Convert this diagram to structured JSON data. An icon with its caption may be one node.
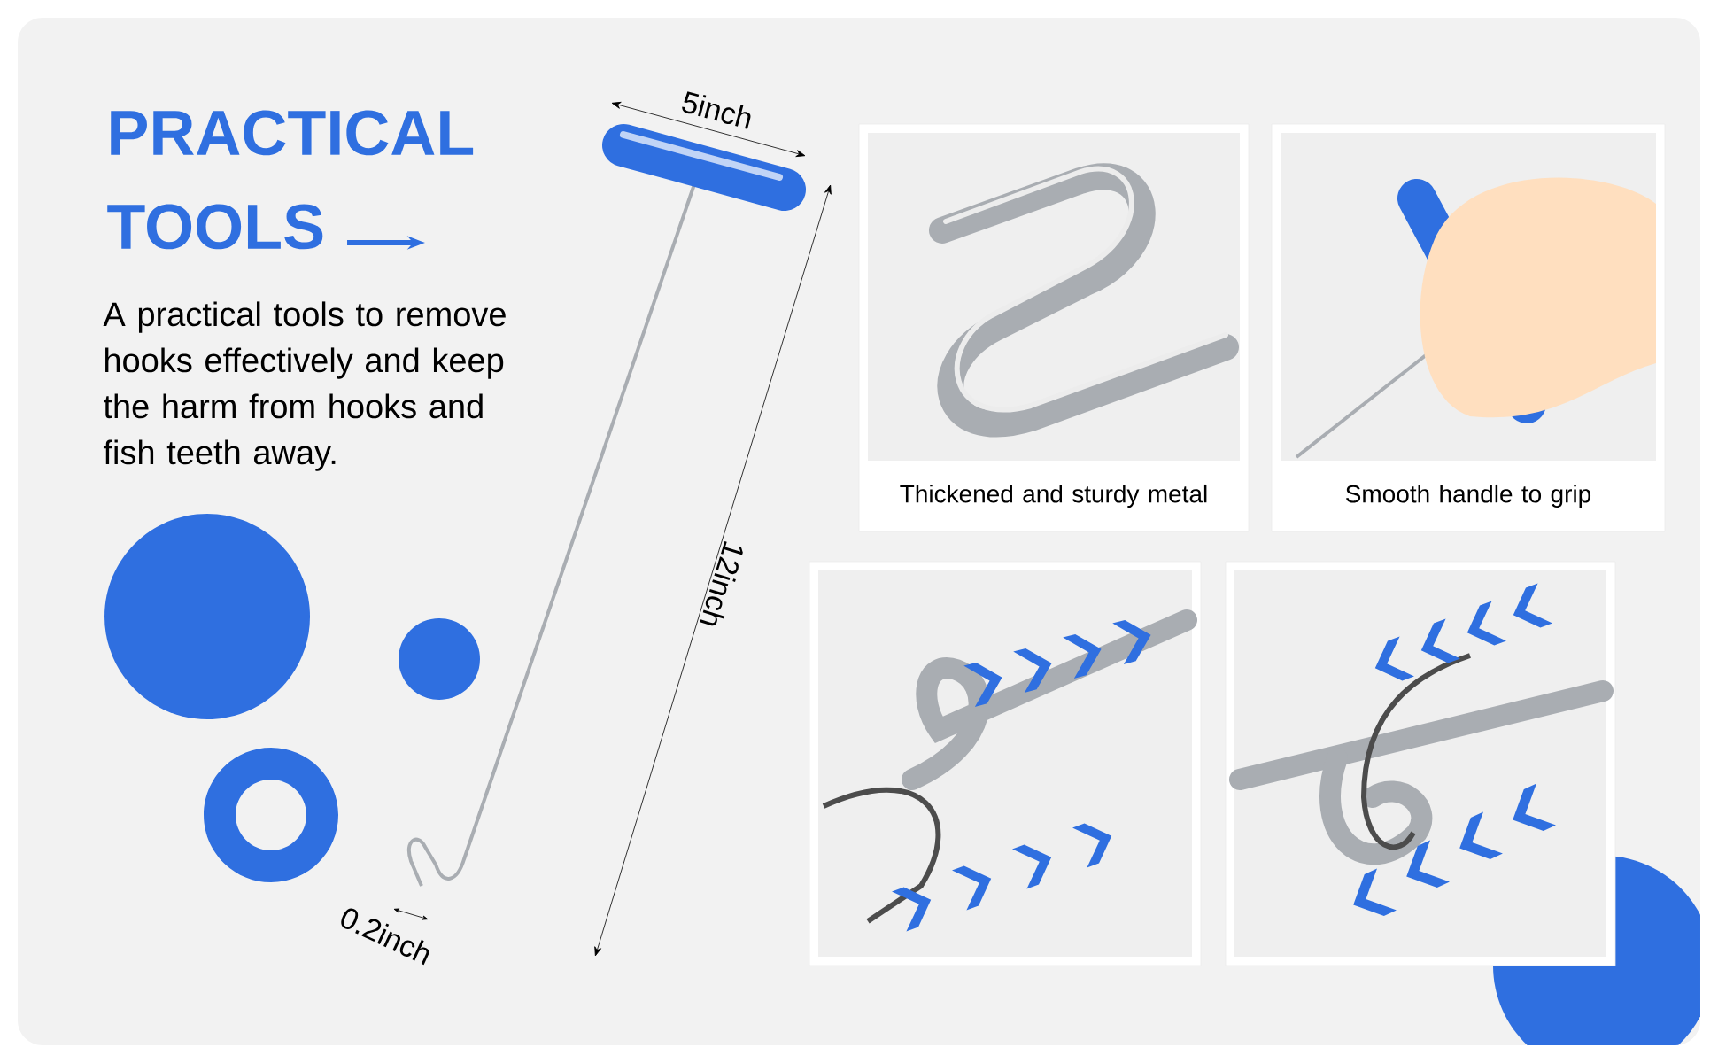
{
  "diagram": {
    "title": "PRACTICAL TOOLS",
    "nodes": [
      {
        "text": [
          "Thickened and sturdy metal"
        ]
      },
      {
        "text": [
          "Smooth handle to grip"
        ]
      },
      {
        "text": [],
        "shape": "picture"
      },
      {
        "text": [],
        "shape": "picture"
      }
    ],
    "labels": [
      "A practical tools to remove hooks effectively and keep the harm from hooks and fish teeth away.",
      "5inch",
      "12inch",
      "0.2inch"
    ]
  }
}
